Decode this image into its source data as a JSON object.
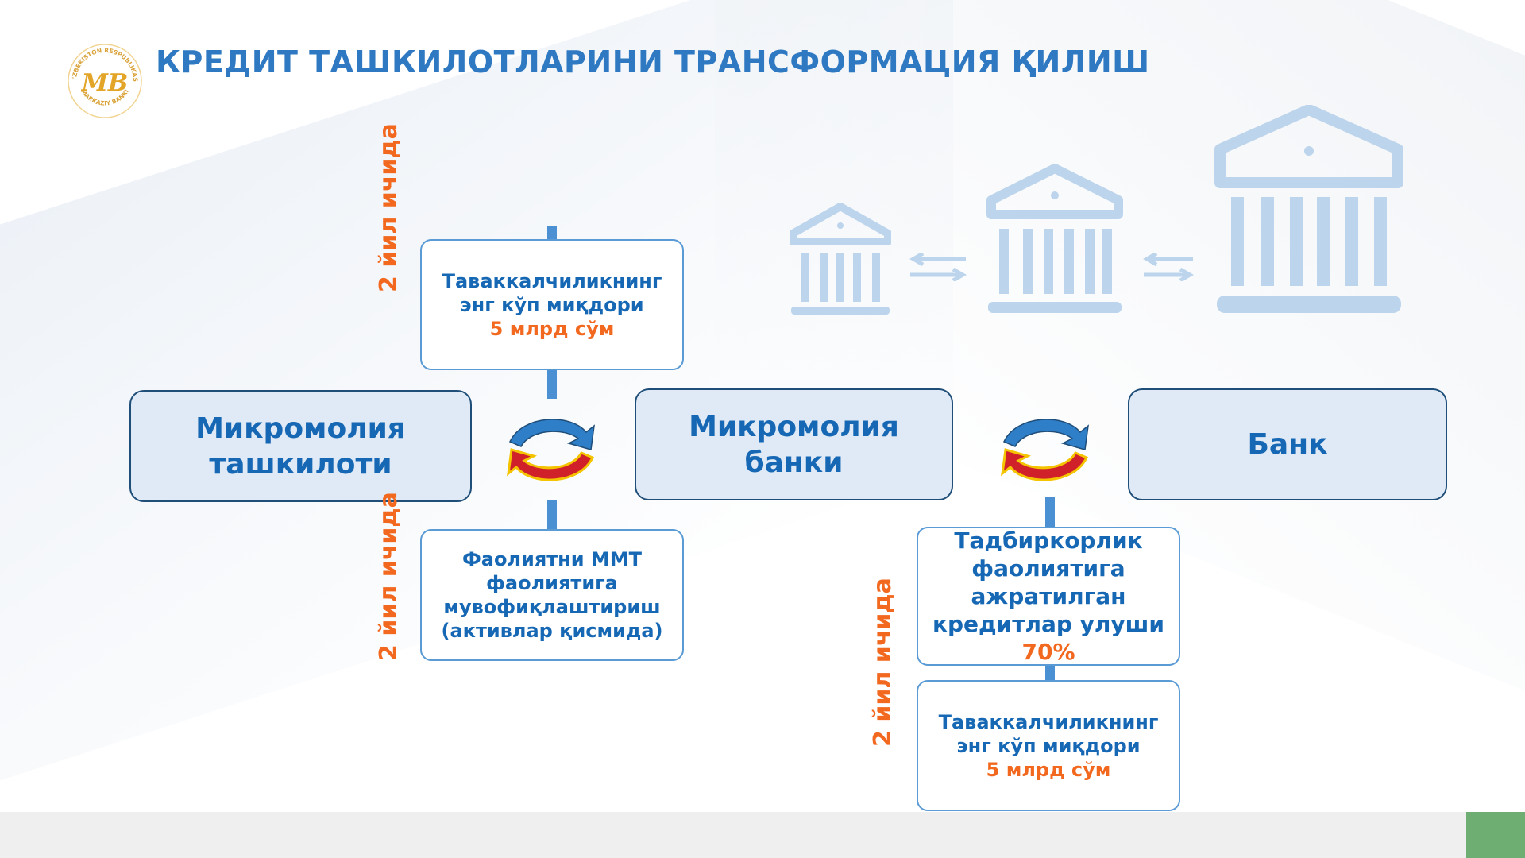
{
  "header": {
    "title": "КРЕДИТ ТАШКИЛОТЛАРИНИ ТРАНСФОРМАЦИЯ ҚИЛИШ",
    "logo": {
      "monogram": "MB",
      "ring_text_top": "O'ZBEKISTON RESPUBLIKASI",
      "ring_text_bottom": "MARKAZIY BANKI"
    }
  },
  "stages": [
    {
      "label": "Микромолия\nташкилоти"
    },
    {
      "label": "Микромолия\nбанки"
    },
    {
      "label": "Банк"
    }
  ],
  "notes": {
    "mfo_top": {
      "text": "Таваккалчиликнинг\nэнг кўп миқдори",
      "highlight": "5 млрд сўм"
    },
    "mfo_bottom": {
      "text": "Фаолиятни ММТ\nфаолиятига\nмувофиқлаштириш\n(активлар қисмида)"
    },
    "bank_share": {
      "text": "Тадбиркорлик\nфаолиятига\nажратилган\nкредитлар улуши",
      "highlight": "70%"
    },
    "bank_risk": {
      "text": "Таваккалчиликнинг\nэнг кўп миқдори",
      "highlight": "5 млрд сўм"
    }
  },
  "time_labels": {
    "top": "2 йил ичида",
    "bottom_left": "2 йил ичида",
    "bottom_right": "2 йил ичида"
  },
  "icons": [
    "bank-small-icon",
    "swap-arrows-icon",
    "bank-medium-icon",
    "swap-arrows-icon",
    "bank-large-icon",
    "cycle-arrows-icon",
    "cycle-arrows-icon"
  ],
  "colors": {
    "title": "#2e79c2",
    "box_fill": "#dfeaf6",
    "box_border": "#1f4e79",
    "text_blue": "#1768b4",
    "accent_orange": "#f2681f",
    "icon_light_blue": "#bcd4ec",
    "cycle_blue": "#2f7ec8",
    "cycle_red": "#d0202a",
    "cycle_yellow": "#f4c400",
    "footer_green": "#6fae73"
  }
}
